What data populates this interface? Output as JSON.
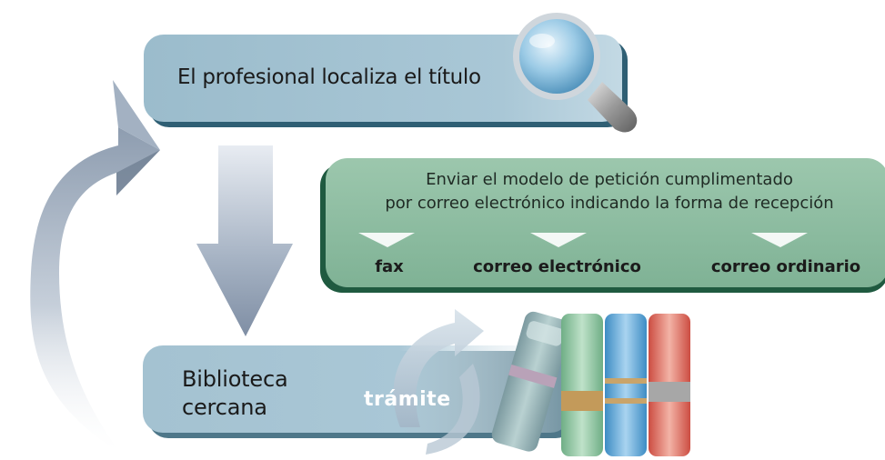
{
  "diagram": {
    "step_title": "El profesional localiza el título",
    "library": {
      "line1": "Biblioteca",
      "line2": "cercana"
    },
    "request": {
      "line1": "Enviar el modelo de petición cumplimentado",
      "line2": "por correo electrónico indicando la forma de recepción"
    },
    "options": [
      "fax",
      "correo electrónico",
      "correo ordinario"
    ],
    "process_label": "trámite"
  },
  "icons": [
    "magnifier-icon",
    "cycle-arrow-icon",
    "down-arrow-icon",
    "book-spines-icon"
  ],
  "colors": {
    "blue_box": "#a8c6d6",
    "blue_box_shadow": "#2e5e73",
    "green_box": "#86b79a",
    "green_box_shadow": "#1f5a40",
    "arrow_gray": "#b6c0cc"
  }
}
